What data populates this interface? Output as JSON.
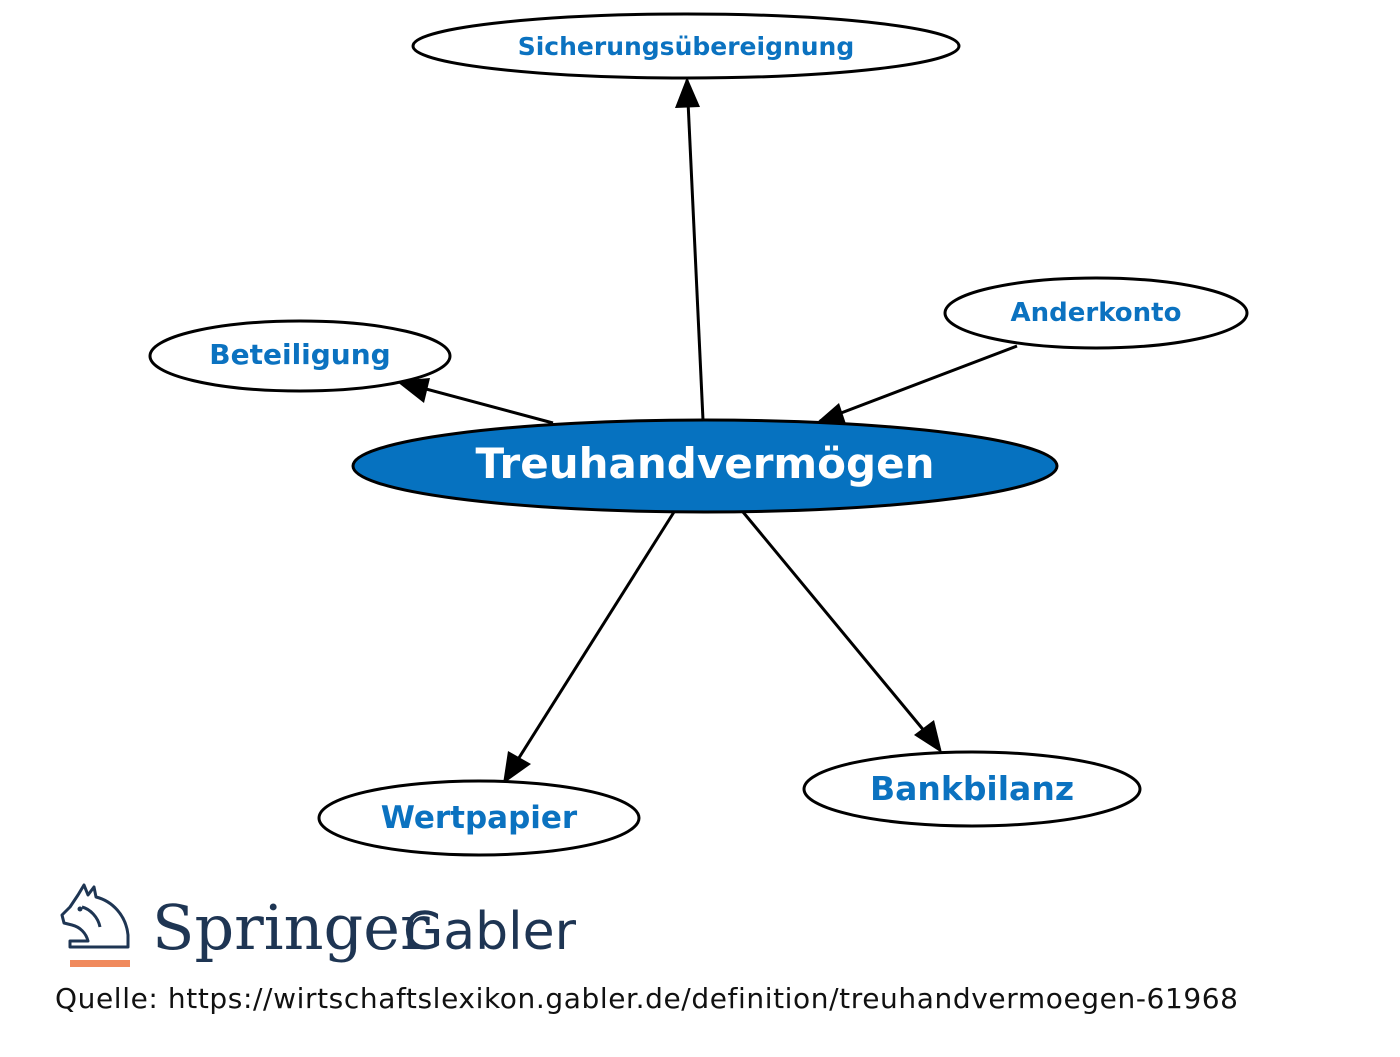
{
  "diagram": {
    "center": {
      "label": "Treuhandvermögen",
      "color": "#0672c0"
    },
    "nodes": [
      {
        "id": "sicherungsuebereignung",
        "label": "Sicherungsübereignung",
        "direction": "outgoing"
      },
      {
        "id": "anderkonto",
        "label": "Anderkonto",
        "direction": "incoming"
      },
      {
        "id": "beteiligung",
        "label": "Beteiligung",
        "direction": "outgoing"
      },
      {
        "id": "wertpapier",
        "label": "Wertpapier",
        "direction": "outgoing"
      },
      {
        "id": "bankbilanz",
        "label": "Bankbilanz",
        "direction": "outgoing"
      }
    ],
    "label_color": "#0b72c0"
  },
  "logo": {
    "brand": "Springer",
    "sub": "Gabler",
    "icon": "knight-horse-icon",
    "accent_color": "#f08a5d",
    "brand_color": "#1e3553"
  },
  "source": {
    "text": "Quelle: https://wirtschaftslexikon.gabler.de/definition/treuhandvermoegen-61968"
  }
}
